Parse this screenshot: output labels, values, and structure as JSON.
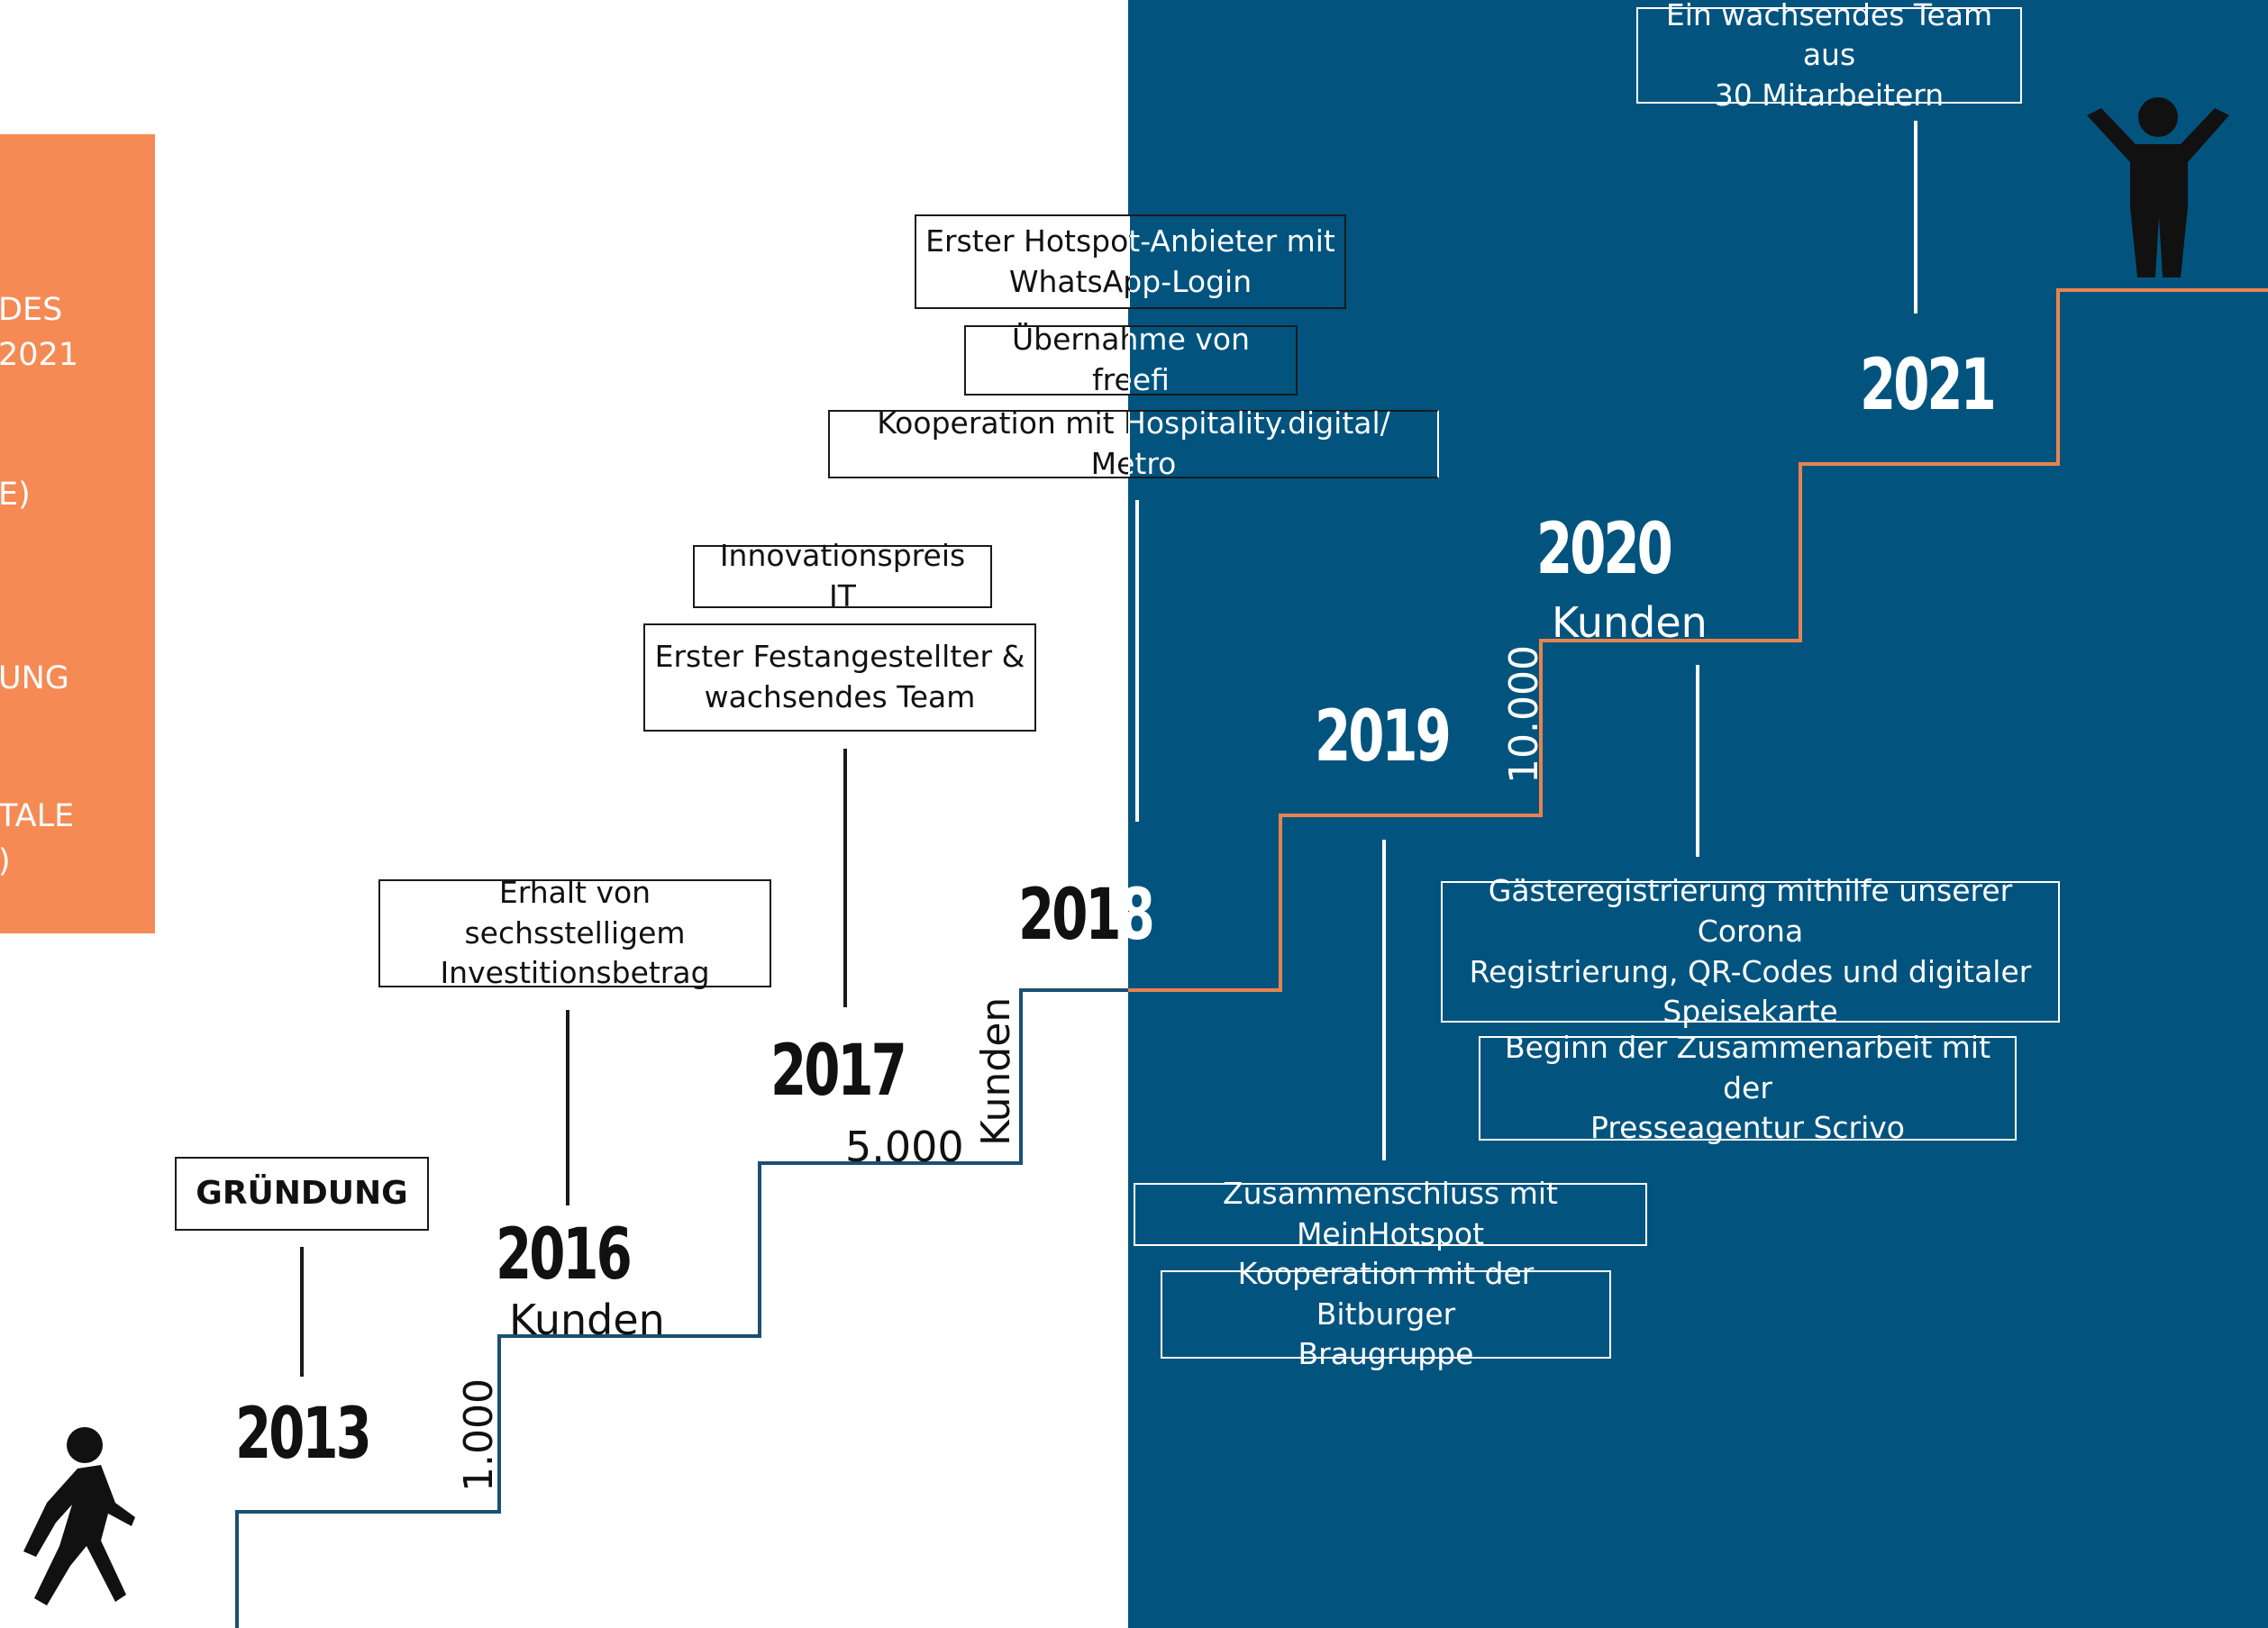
{
  "left_panel": {
    "lines": [
      "DES",
      "2021",
      "E)",
      "UNG",
      "TALE",
      ")"
    ]
  },
  "years": {
    "y2013": "2013",
    "y2016": "2016",
    "y2017": "2017",
    "y2018_left": "201",
    "y2018_right": "8",
    "y2019": "2019",
    "y2020": "2020",
    "y2021": "2021"
  },
  "milestones": {
    "gruendung": "GRÜNDUNG",
    "investition": "Erhalt von sechsstelligem\nInvestitionsbetrag",
    "innovationspreis": "Innovationspreis IT",
    "festangestellter": "Erster Festangestellter &\nwachsendes Team",
    "whatsapp": "Erster Hotspot-Anbieter mit\nWhatsApp-Login",
    "freefi": "Übernahme von freefi",
    "hospitality": "Kooperation mit Hospitality.digital/ Metro",
    "meinhotspot": "Zusammenschluss mit MeinHotspot",
    "bitburger": "Kooperation mit der Bitburger\nBraugruppe",
    "corona": "Gästeregistrierung mithilfe unserer Corona\nRegistrierung, QR-Codes und digitaler\nSpeisekarte",
    "scrivo": "Beginn der Zusammenarbeit mit der\nPresseagentur Scrivo",
    "team30": "Ein wachsendes Team aus\n30 Mitarbeitern"
  },
  "customers": {
    "c1000_num": "1.000",
    "c1000_label": "Kunden",
    "c5000_num": "5.000",
    "c5000_label": "Kunden",
    "c10000_num": "10.000",
    "c10000_label": "Kunden"
  },
  "colors": {
    "background_right": "#02547f",
    "panel_orange": "#f58a54",
    "stair_blue": "#1b4f74",
    "stair_orange": "#e8834e"
  }
}
